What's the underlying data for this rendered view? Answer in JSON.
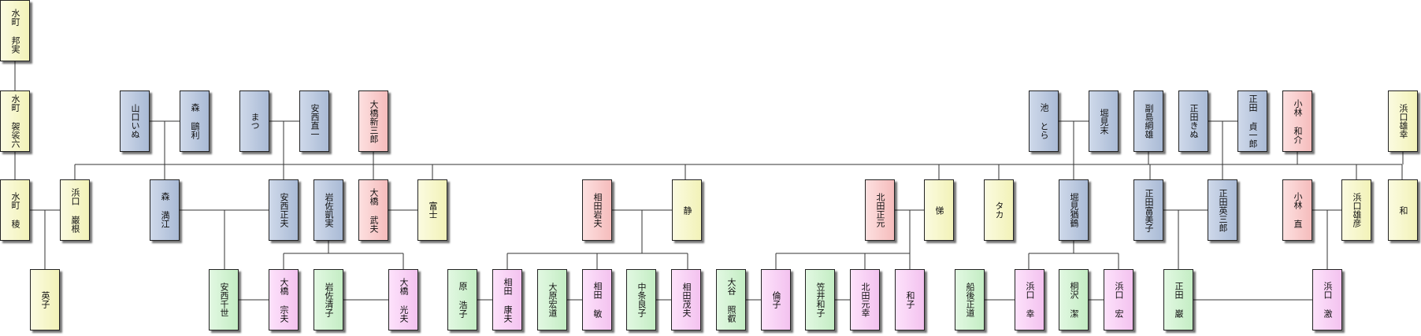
{
  "colors": {
    "yellow": "#f7f7c8",
    "blue": "#b8c7de",
    "red": "#f9cccc",
    "green": "#d2f2d2",
    "pink": "#f8d0f4",
    "line": "#333333"
  },
  "people": {
    "p1": {
      "name": "水町 邦実",
      "color": "yellow"
    },
    "p2": {
      "name": "水町 袈裟六",
      "color": "yellow"
    },
    "p3": {
      "name": "水町 稜",
      "color": "yellow"
    },
    "p4": {
      "name": "英子",
      "color": "yellow"
    },
    "p5": {
      "name": "山口いぬ",
      "color": "blue"
    },
    "p6": {
      "name": "森 鷗利",
      "color": "blue"
    },
    "p7": {
      "name": "まつ",
      "color": "blue"
    },
    "p8": {
      "name": "安西直一",
      "color": "blue"
    },
    "p9": {
      "name": "大橋新三郎",
      "color": "red"
    },
    "p10": {
      "name": "浜口 巌根",
      "color": "yellow"
    },
    "p11": {
      "name": "森 満江",
      "color": "blue"
    },
    "p12": {
      "name": "安西正夫",
      "color": "blue"
    },
    "p13": {
      "name": "岩佐凱実",
      "color": "blue"
    },
    "p14": {
      "name": "大橋 武夫",
      "color": "red"
    },
    "p15": {
      "name": "富士",
      "color": "yellow"
    },
    "p16": {
      "name": "相田岩夫",
      "color": "red"
    },
    "p17": {
      "name": "静",
      "color": "yellow"
    },
    "p18": {
      "name": "安西千世",
      "color": "green"
    },
    "p19": {
      "name": "大橋 宗夫",
      "color": "pink"
    },
    "p20": {
      "name": "岩佐清子",
      "color": "green"
    },
    "p21": {
      "name": "大橋 光夫",
      "color": "pink"
    },
    "p22": {
      "name": "原 浩子",
      "color": "green"
    },
    "p23": {
      "name": "相田 康夫",
      "color": "pink"
    },
    "p24": {
      "name": "大原宏道",
      "color": "green"
    },
    "p25": {
      "name": "相田 敏",
      "color": "pink"
    },
    "p26": {
      "name": "中条良子",
      "color": "green"
    },
    "p27": {
      "name": "相田茂夫",
      "color": "pink"
    },
    "p28": {
      "name": "大谷 照叡",
      "color": "green"
    },
    "p29": {
      "name": "倫子",
      "color": "pink"
    },
    "p30": {
      "name": "笠井和子",
      "color": "green"
    },
    "p31": {
      "name": "北田元幸",
      "color": "pink"
    },
    "p32": {
      "name": "和子",
      "color": "pink"
    },
    "p33": {
      "name": "北田正元",
      "color": "red"
    },
    "p34": {
      "name": "悌",
      "color": "yellow"
    },
    "p35": {
      "name": "タカ",
      "color": "yellow"
    },
    "p36": {
      "name": "池 とら",
      "color": "blue"
    },
    "p37": {
      "name": "堀見末",
      "color": "blue"
    },
    "p38": {
      "name": "堀見猶鶴",
      "color": "blue"
    },
    "p39": {
      "name": "副島綱雄",
      "color": "blue"
    },
    "p40": {
      "name": "正田きぬ",
      "color": "blue"
    },
    "p41": {
      "name": "正田 貞一郎",
      "color": "blue"
    },
    "p42": {
      "name": "正田富美子",
      "color": "blue"
    },
    "p43": {
      "name": "正田英三郎",
      "color": "blue"
    },
    "p44": {
      "name": "小林 和介",
      "color": "red"
    },
    "p45": {
      "name": "浜口雄幸",
      "color": "yellow"
    },
    "p46": {
      "name": "小林 直",
      "color": "red"
    },
    "p47": {
      "name": "浜口雄彦",
      "color": "yellow"
    },
    "p48": {
      "name": "和",
      "color": "yellow"
    },
    "p49": {
      "name": "船後正道",
      "color": "green"
    },
    "p50": {
      "name": "浜口 幸",
      "color": "pink"
    },
    "p51": {
      "name": "桐沢 潔",
      "color": "green"
    },
    "p52": {
      "name": "浜口 宏",
      "color": "pink"
    },
    "p53": {
      "name": "正田 巌",
      "color": "green"
    },
    "p54": {
      "name": "浜口 激",
      "color": "pink"
    }
  }
}
